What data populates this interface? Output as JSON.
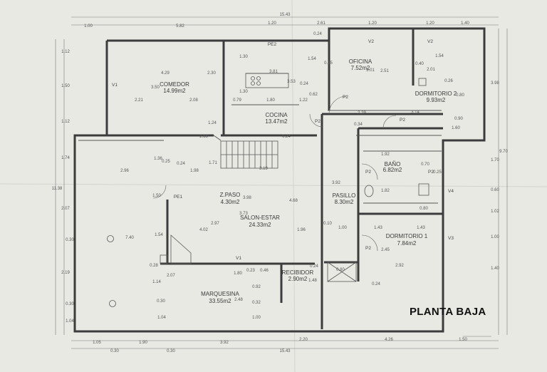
{
  "title": "PLANTA BAJA",
  "rooms": [
    {
      "id": "comedor",
      "name": "COMEDOR",
      "area": "14.99m2"
    },
    {
      "id": "oficina",
      "name": "OFICINA",
      "area": "7.52m2"
    },
    {
      "id": "dormitorio2",
      "name": "DORMITORIO 2",
      "area": "9.93m2"
    },
    {
      "id": "cocina",
      "name": "COCINA",
      "area": "13.47m2"
    },
    {
      "id": "zpaso",
      "name": "Z.PASO",
      "area": "4.30m2"
    },
    {
      "id": "salon",
      "name": "SALON-ESTAR",
      "area": "24.33m2"
    },
    {
      "id": "pasillo",
      "name": "PASILLO",
      "area": "8.30m2"
    },
    {
      "id": "bano",
      "name": "BAÑO",
      "area": "6.82m2"
    },
    {
      "id": "dormitorio1",
      "name": "DORMITORIO 1",
      "area": "7.84m2"
    },
    {
      "id": "recibidor",
      "name": "RECIBIDOR",
      "area": "2.90m2"
    },
    {
      "id": "marquesina",
      "name": "MARQUESINA",
      "area": "33.55m2"
    }
  ],
  "openings": [
    "V1",
    "PE2",
    "V2",
    "V2",
    "P2",
    "P2",
    "P2",
    "P2",
    "P2",
    "P2",
    "PE1",
    "V4",
    "V3",
    "V1"
  ],
  "dims_top": [
    "15.43",
    "1.00",
    "5.82",
    "1.20",
    "2.61",
    "1.20",
    "1.20",
    "1.40",
    "0.24"
  ],
  "dims_bottom": [
    "1.05",
    "1.90",
    "3.92",
    "2.20",
    "4.26",
    "1.50",
    "0.30",
    "0.30",
    "15.43"
  ],
  "dims_left": [
    "1.12",
    "1.50",
    "1.12",
    "1.74",
    "11.38",
    "2.07",
    "0.30",
    "2.19",
    "0.30",
    "1.04"
  ],
  "dims_right": [
    "3.98",
    "9.70",
    "1.70",
    "0.60",
    "1.02",
    "1.00",
    "1.40"
  ],
  "dims_inner": [
    "4.29",
    "3.50",
    "2.30",
    "2.21",
    "2.08",
    "1.30",
    "3.81",
    "0.79",
    "1.80",
    "1.30",
    "3.53",
    "0.24",
    "1.54",
    "0.62",
    "1.22",
    "0.25",
    "2.51",
    "3.01",
    "0.40",
    "2.01",
    "0.26",
    "0.80",
    "1.54",
    "2.29",
    "3.14",
    "0.90",
    "0.34",
    "1.60",
    "2.68",
    "1.24",
    "0.24",
    "1.36",
    "2.96",
    "1.98",
    "1.71",
    "3.19",
    "0.25",
    "3.92",
    "1.82",
    "0.70",
    "0.25",
    "1.92",
    "1.50",
    "3.98",
    "4.68",
    "3.73",
    "2.97",
    "4.02",
    "1.96",
    "0.10",
    "1.00",
    "1.43",
    "1.43",
    "1.54",
    "2.45",
    "0.24",
    "0.28",
    "2.07",
    "1.80",
    "0.23",
    "0.46",
    "1.14",
    "0.92",
    "0.32",
    "1.48",
    "2.92",
    "2.48",
    "1.00",
    "1.04",
    "0.30",
    "7.40",
    "0.80",
    "0.80",
    "0.24",
    "0.24"
  ]
}
